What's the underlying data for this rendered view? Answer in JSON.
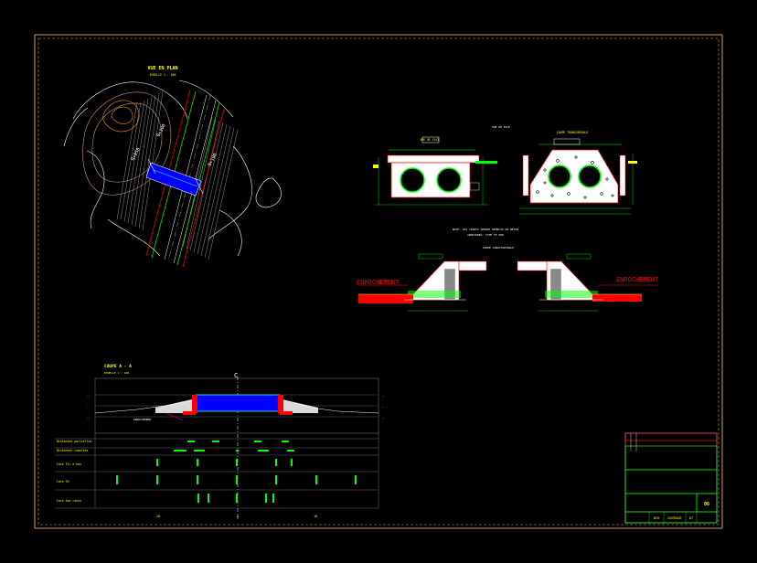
{
  "drawing": {
    "plan_view": {
      "title": "VUE EN PLAN",
      "scale": "ECHELLE 1 : 200",
      "labels": [
        "0+300",
        "0+050",
        "0+100"
      ]
    },
    "box_section": {
      "title": "VUE DE FACE",
      "subtitle": "COUPE TRANSVERSALE",
      "note": "VUE DE FACE"
    },
    "wall_details": {
      "note_line1": "NOTE: LES JOINTS SERONT REMPLIS DE BETON",
      "note_line2": "ARMATURES: TYPE FE 500",
      "header": "COUPE LONGITUDINALE",
      "left_label": "ENROCHEMENT",
      "right_label": "ENROCHEMENT"
    },
    "long_section": {
      "title": "COUPE A - A",
      "scale": "ECHELLE 1 : 100",
      "axis_mark": "C",
      "enroch_label": "ENROCHEMENT",
      "row_labels": [
        "Distances partielles",
        "Distances cumulées",
        "Cote Fil d'eau",
        "Cote TN",
        "Cote Axe route"
      ],
      "bottom_ticks": [
        "-20",
        "0",
        "10"
      ]
    },
    "title_block": {
      "code1": "DCR",
      "code2": "OUVRAGE",
      "code3": "07",
      "sheet": "06"
    }
  },
  "colors": {
    "background": "#000000",
    "frame": "#cc9966",
    "white": "#ffffff",
    "green": "#00ff00",
    "red": "#ff0000",
    "yellow": "#ffff00",
    "blue": "#0000ff",
    "cyan": "#00ffff",
    "orange": "#ff9900",
    "gray": "#808080"
  }
}
